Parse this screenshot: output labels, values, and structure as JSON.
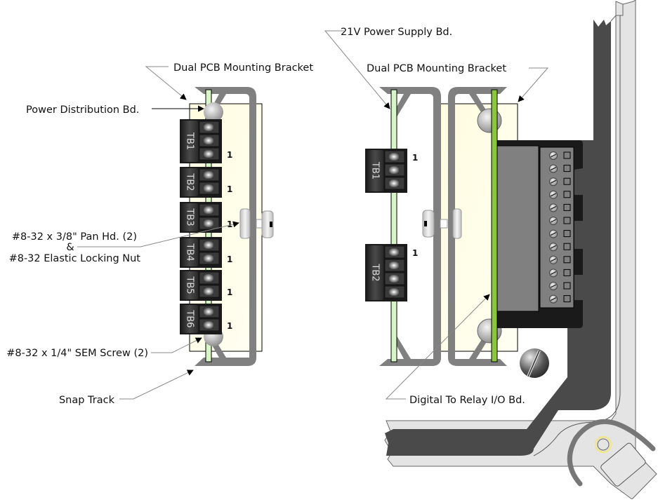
{
  "diagram": {
    "title": "Dual PCB mounting assembly",
    "left_assembly": {
      "callouts": {
        "bracket": "Dual PCB Mounting Bracket",
        "board": "Power Distribution Bd.",
        "pan_head_line1": "#8-32 x 3/8\" Pan Hd. (2)",
        "pan_head_line2": "&",
        "pan_head_line3": "#8-32 Elastic Locking Nut",
        "sem_screw": "#8-32 x 1/4\" SEM Screw (2)",
        "snap_track": "Snap Track"
      },
      "terminal_blocks": [
        {
          "label": "TB1",
          "pins": 3,
          "pin1": "1"
        },
        {
          "label": "TB2",
          "pins": 2,
          "pin1": "1"
        },
        {
          "label": "TB3",
          "pins": 2,
          "pin1": "1"
        },
        {
          "label": "TB4",
          "pins": 2,
          "pin1": "1"
        },
        {
          "label": "TB5",
          "pins": 2,
          "pin1": "1"
        },
        {
          "label": "TB6",
          "pins": 2,
          "pin1": "1"
        }
      ]
    },
    "right_assembly": {
      "callouts": {
        "power_supply": "21V Power Supply Bd.",
        "bracket": "Dual PCB Mounting Bracket",
        "relay_board": "Digital To Relay I/O Bd."
      },
      "terminal_blocks": [
        {
          "label": "TB1",
          "pins": 3,
          "pin1": "1"
        },
        {
          "label": "TB2",
          "pins": 4,
          "pin1": "1"
        }
      ],
      "relay_terminal_count": 12
    },
    "colors": {
      "board_light_green": "#d8f5c8",
      "board_green": "#8cc63f",
      "panel_yellow": "#fffde0",
      "bracket_gray": "#808080",
      "enclosure_dark": "#4a4a4a",
      "enclosure_light": "#e4e4e4",
      "terminal_black": "#2a2a2a"
    }
  }
}
